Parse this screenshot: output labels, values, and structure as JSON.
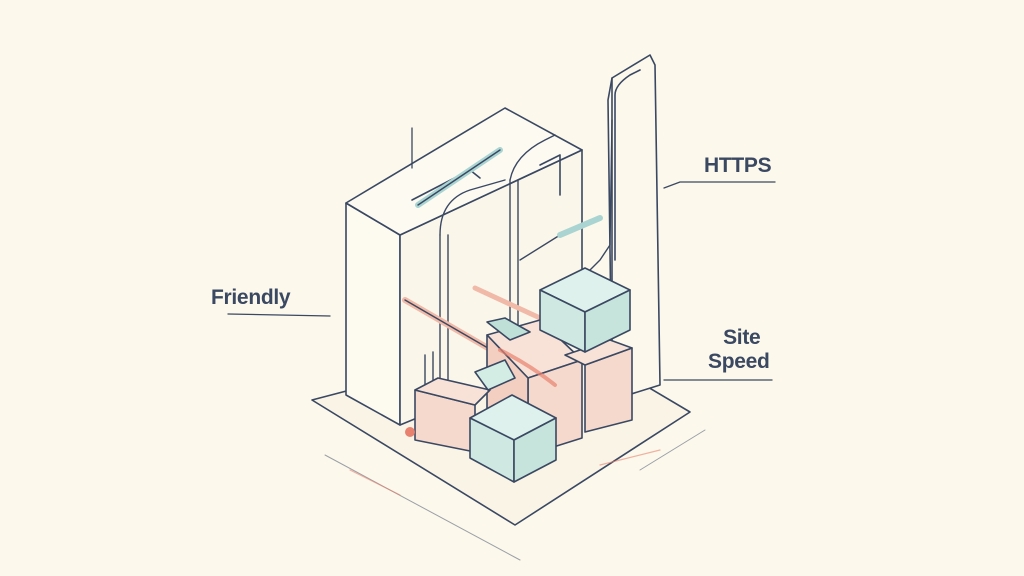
{
  "labels": {
    "https": "HTTPS",
    "friendly": "Friendly",
    "site_speed_line1": "Site",
    "site_speed_line2": "Speed"
  },
  "colors": {
    "background": "#fcf8ec",
    "ink": "#3a4862",
    "teal": "#d3ece4",
    "pink": "#f6d9cd",
    "red_accent": "#e8826e"
  }
}
